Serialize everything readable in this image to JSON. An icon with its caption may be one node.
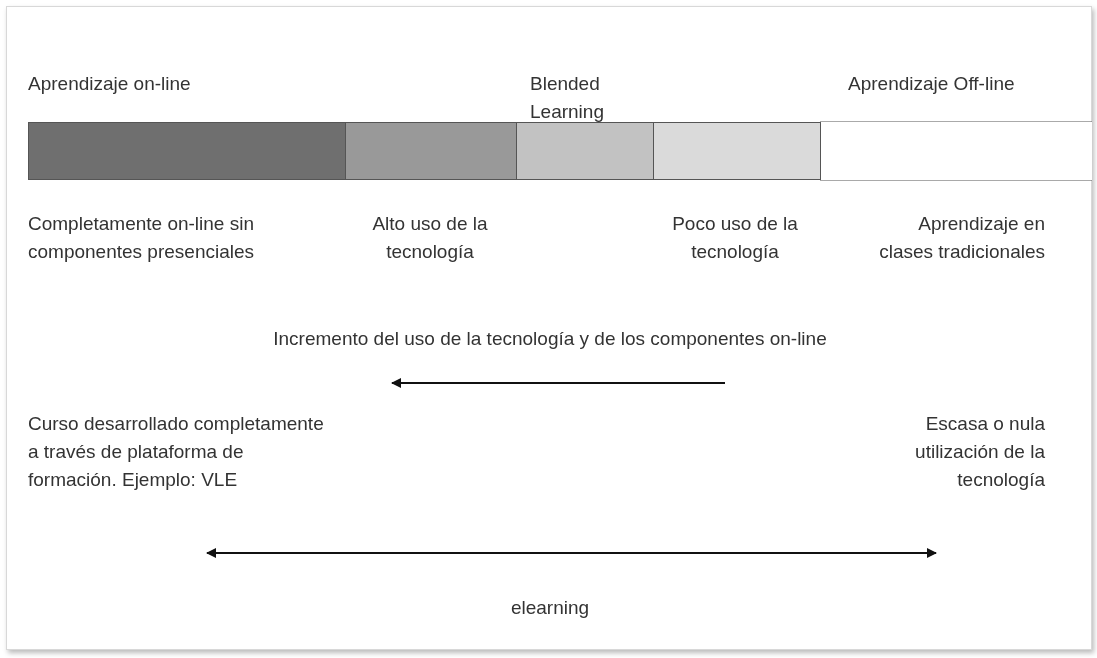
{
  "diagram": {
    "nodes": [
      {
        "text": [],
        "shape": "bar"
      },
      {
        "text": [],
        "shape": "bar"
      },
      {
        "text": [],
        "shape": "bar"
      },
      {
        "text": [],
        "shape": "bar"
      },
      {
        "text": [],
        "shape": "bar"
      }
    ],
    "labels": [
      "Aprendizaje on-line",
      "Blended Learning",
      "Aprendizaje Off-line",
      "Completamente on-line sin componentes presenciales",
      "Alto uso de la tecnología",
      "Poco uso de la tecnología",
      "Aprendizaje en clases tradicionales",
      "Incremento del uso de la tecnología y de los componentes on-line",
      "Curso desarrollado completamente a través de plataforma de formación. Ejemplo: VLE",
      "Escasa o nula utilización de la tecnología",
      "elearning"
    ]
  }
}
